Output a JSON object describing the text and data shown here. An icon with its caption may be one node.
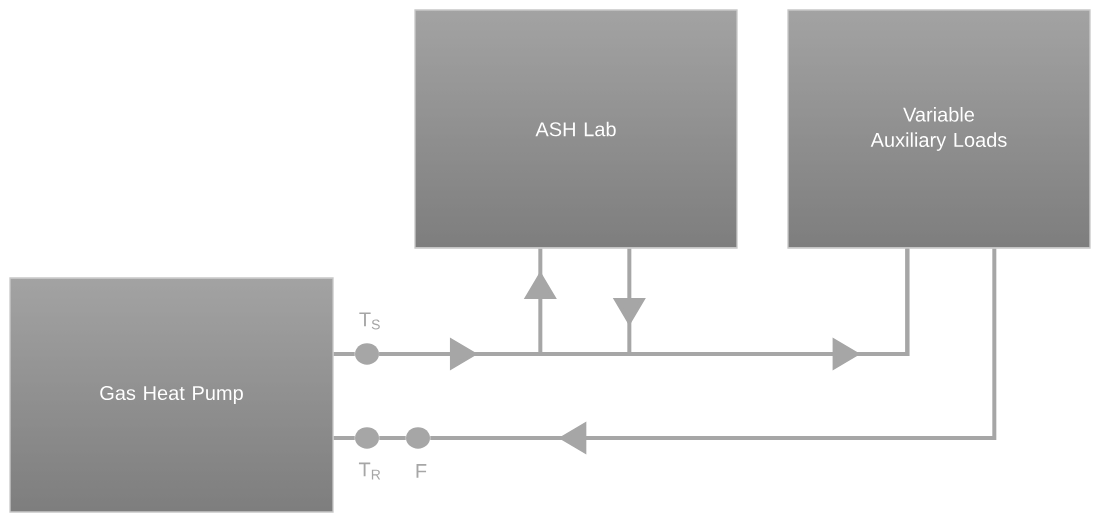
{
  "diagram": {
    "nodes": [
      {
        "text": [
          "ASH Lab"
        ]
      },
      {
        "text": [
          "Variable Auxiliary Loads"
        ]
      },
      {
        "text": [
          "Gas Heat Pump"
        ]
      },
      {
        "text": [],
        "shape": "circle",
        "beside": [
          "T$_{S}$"
        ]
      },
      {
        "text": [],
        "shape": "circle",
        "beside": [
          "T$_{R}$"
        ]
      },
      {
        "text": [],
        "shape": "circle",
        "beside": [
          "F"
        ]
      }
    ],
    "edges": [
      {
        "from": 2,
        "to": 3,
        "arrow": "none"
      },
      {
        "from": 3,
        "to": 0,
        "arrow": "to"
      },
      {
        "from": 3,
        "to": 1,
        "arrow": "to"
      },
      {
        "from": 0,
        "to": 1,
        "arrow": "to"
      },
      {
        "from": 1,
        "to": 5,
        "arrow": "to"
      },
      {
        "from": 5,
        "to": 4,
        "arrow": "none"
      },
      {
        "from": 4,
        "to": 2,
        "arrow": "none"
      }
    ]
  }
}
